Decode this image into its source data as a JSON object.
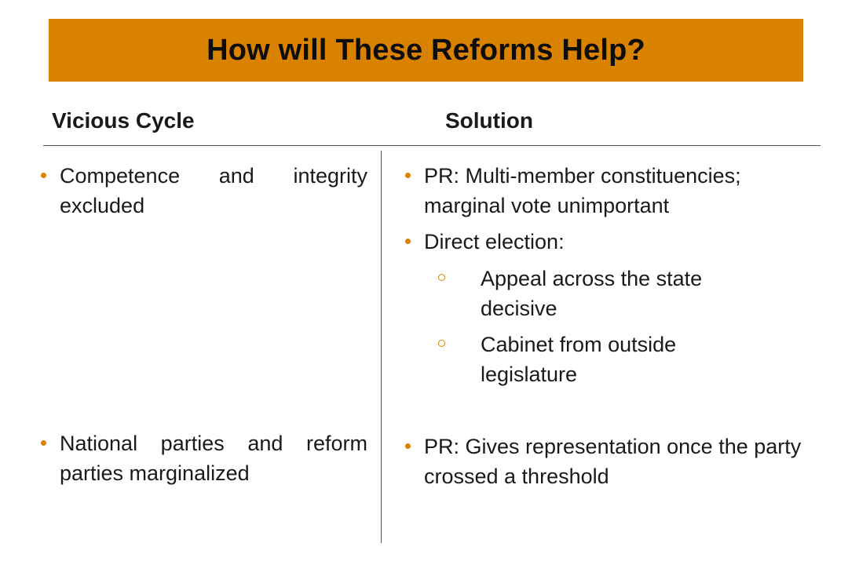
{
  "colors": {
    "title_bg": "#D98200",
    "bullet": "#D98200",
    "rule": "#555555"
  },
  "title": "How will These Reforms Help?",
  "columns": {
    "left_heading": "Vicious Cycle",
    "right_heading": "Solution"
  },
  "left_items": [
    "Competence and integrity excluded",
    "National parties and reform parties marginalized"
  ],
  "right_items": [
    "PR:  Multi-member constituencies; marginal vote unimportant",
    "Direct election:",
    "PR: Gives representation once the party crossed a threshold"
  ],
  "right_subitems": [
    "Appeal across the state decisive",
    "Cabinet from outside legislature"
  ]
}
